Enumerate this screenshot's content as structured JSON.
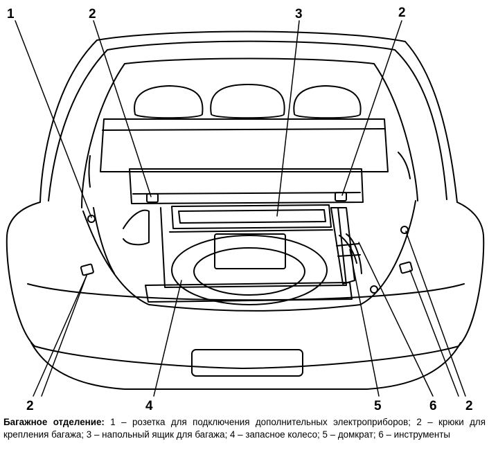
{
  "figure": {
    "callouts": {
      "c1_top": "1",
      "c2_top_left": "2",
      "c3_top": "3",
      "c2_top_right": "2",
      "c2_bottom_left": "2",
      "c4_bottom": "4",
      "c5_bottom": "5",
      "c6_bottom": "6",
      "c2_bottom_right": "2"
    }
  },
  "caption": {
    "title": "Багажное отделение:",
    "text": " 1 – розетка для подключения дополнительных электроприборов; 2 – крюки для крепления багажа; 3 – напольный ящик для багажа; 4 – запасное колесо; 5 – домкрат; 6 – инструменты"
  }
}
